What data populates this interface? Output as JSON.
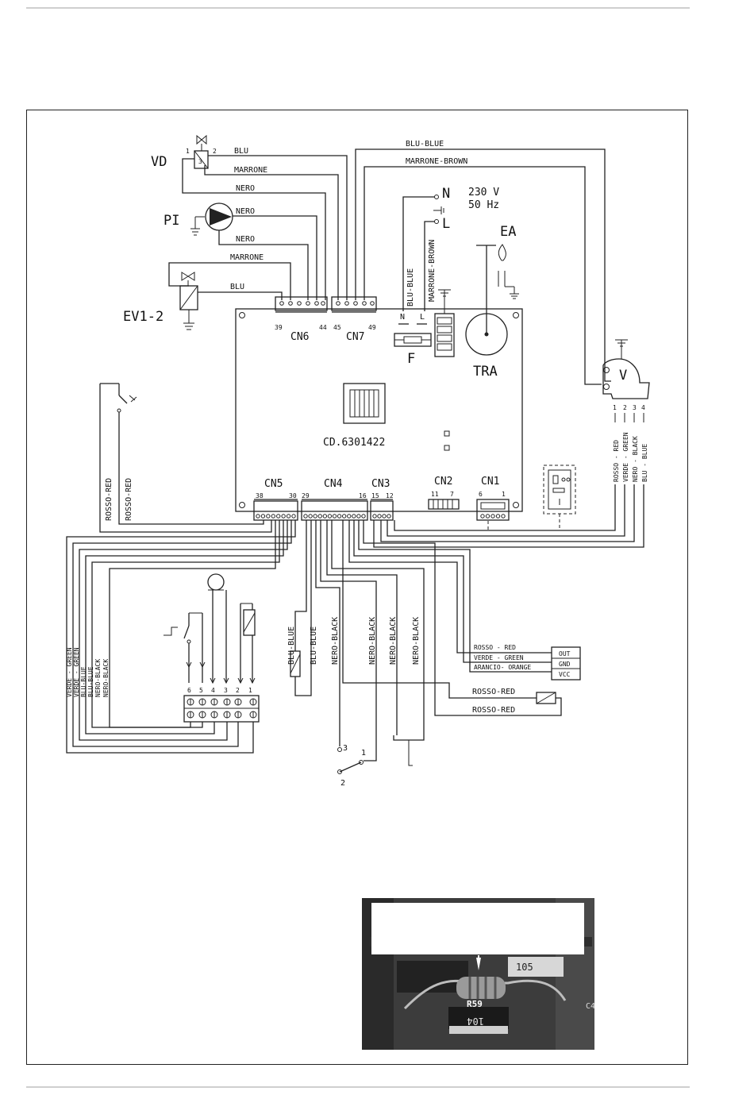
{
  "labels": {
    "vd": "VD",
    "pi": "PI",
    "ev": "EV1-2",
    "ea": "EA",
    "f": "F",
    "tra": "TRA",
    "v": "V",
    "n": "N",
    "l": "L",
    "n_board": "N",
    "l_board": "L",
    "voltage": "230 V",
    "freq": "50 Hz",
    "board_code": "CD.6301422"
  },
  "connectors": {
    "cn6": "CN6",
    "cn7": "CN7",
    "cn5": "CN5",
    "cn4": "CN4",
    "cn3": "CN3",
    "cn2": "CN2",
    "cn1": "CN1"
  },
  "pins": {
    "p39": "39",
    "p44": "44",
    "p45": "45",
    "p49": "49",
    "p38": "38",
    "p30": "30",
    "p29": "29",
    "p16": "16",
    "p15": "15",
    "p12": "12",
    "p11": "11",
    "p7": "7",
    "p6": "6",
    "p1": "1",
    "vd1": "1",
    "vd2": "2",
    "vd3": "3",
    "v1": "1",
    "v2": "2",
    "v3": "3",
    "v4": "4",
    "t6": "6",
    "t5": "5",
    "t4": "4",
    "t3": "3",
    "t2": "2",
    "t1": "1",
    "s3": "3",
    "s1": "1",
    "s2": "2"
  },
  "wires": {
    "blu": "BLU",
    "marrone": "MARRONE",
    "nero1": "NERO",
    "nero2": "NERO",
    "nero3": "NERO",
    "marrone2": "MARRONE",
    "blu2": "BLU",
    "blu_blue_top": "BLU-BLUE",
    "marrone_brown_top": "MARRONE-BROWN",
    "blu_blue_v": "BLU-BLUE",
    "marrone_brown_v": "MARRONE-BROWN",
    "rosso_red_l1": "ROSSO-RED",
    "rosso_red_l2": "ROSSO-RED",
    "v_rosso": "ROSSO - RED",
    "v_verde": "VERDE - GREEN",
    "v_nero": "NERO - BLACK",
    "v_blu": "BLU - BLUE",
    "b_verde1": "VERDE - GREEN",
    "b_verde2": "VERDE - GREEN",
    "b_blu1": "BLU-BLUE",
    "b_blu2": "BLU-BLUE",
    "b_nero1": "NERO-BLACK",
    "b_nero2": "NERO-BLACK",
    "c_blu1": "BLU-BLUE",
    "c_blu2": "BLU-BLUE",
    "c_nero1": "NERO-BLACK",
    "c_nero2": "NERO-BLACK",
    "c_nero3": "NERO-BLACK",
    "c_nero4": "NERO-BLACK",
    "s_rosso": "ROSSO - RED",
    "s_verde": "VERDE - GREEN",
    "s_arancio": "ARANCIO- ORANGE",
    "r_rosso1": "ROSSO-RED",
    "r_rosso2": "ROSSO-RED"
  },
  "sensor_box": {
    "out": "OUT",
    "gnd": "GND",
    "vcc": "VCC"
  },
  "photo": {
    "label_105": "105",
    "label_r59": "R59",
    "label_104": "104",
    "label_c4": "C4"
  }
}
